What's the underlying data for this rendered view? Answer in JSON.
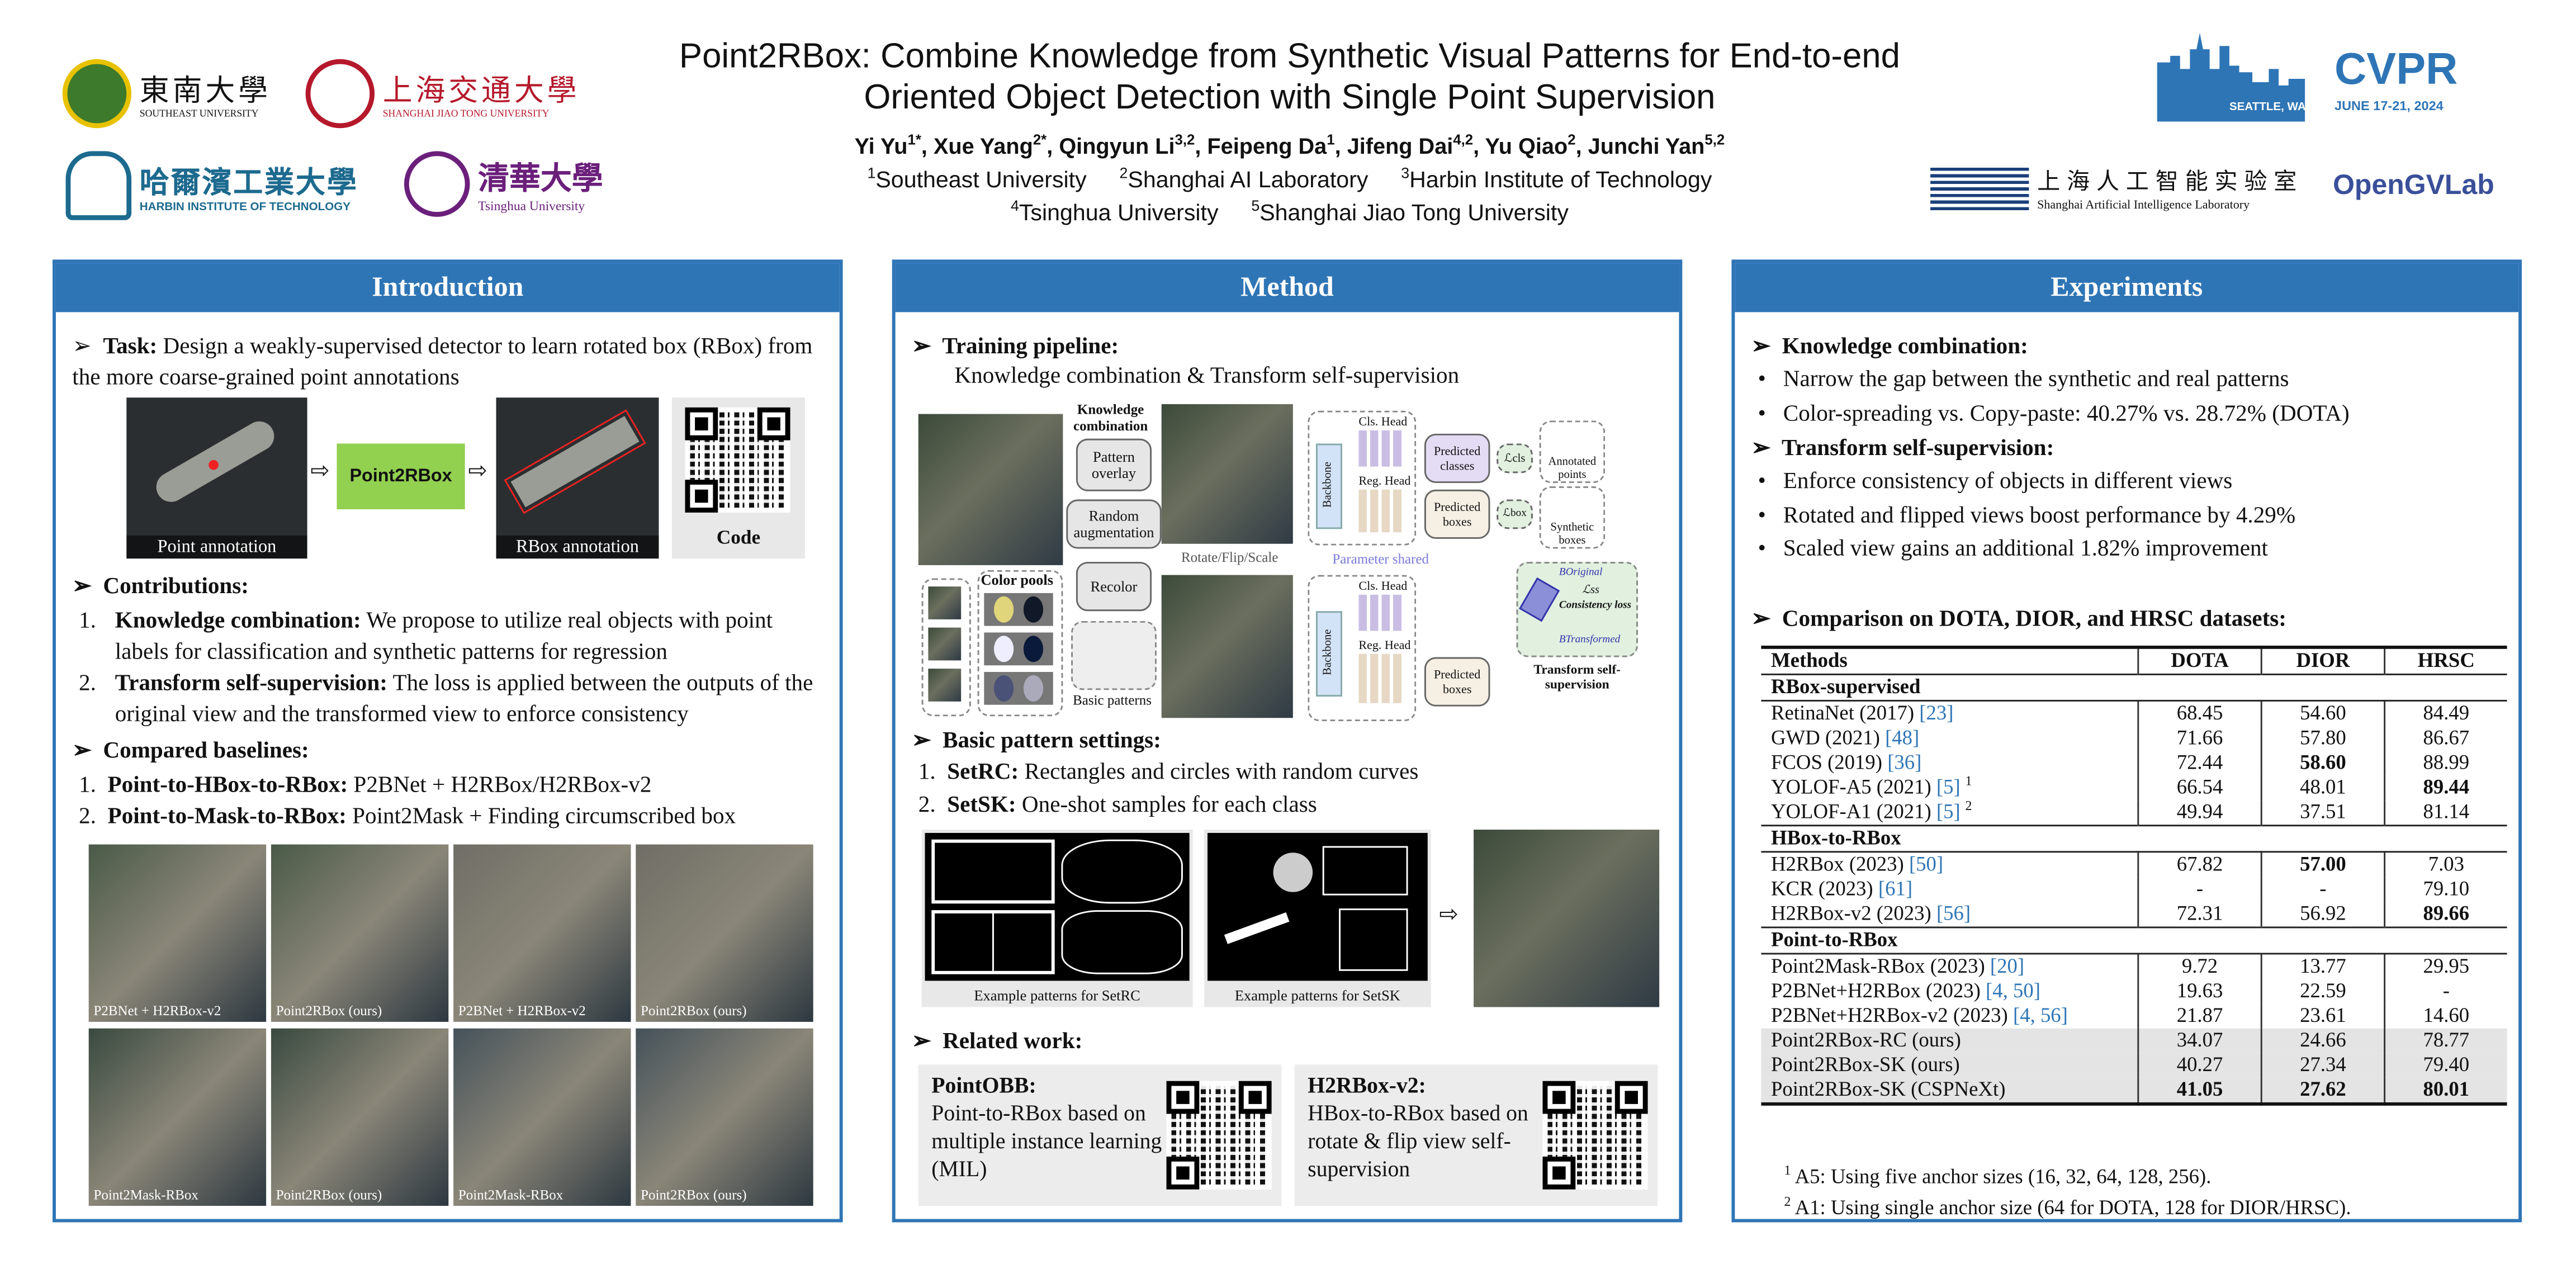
{
  "header": {
    "title_line1": "Point2RBox: Combine Knowledge from Synthetic Visual Patterns for End-to-end",
    "title_line2": "Oriented Object Detection with Single Point Supervision",
    "authors": [
      {
        "name": "Yi Yu",
        "sup": "1*"
      },
      {
        "name": "Xue Yang",
        "sup": "2*"
      },
      {
        "name": "Qingyun Li",
        "sup": "3,2"
      },
      {
        "name": "Feipeng Da",
        "sup": "1"
      },
      {
        "name": "Jifeng Dai",
        "sup": "4,2"
      },
      {
        "name": "Yu Qiao",
        "sup": "2"
      },
      {
        "name": "Junchi Yan",
        "sup": "5,2"
      }
    ],
    "affiliations": [
      {
        "sup": "1",
        "name": "Southeast University"
      },
      {
        "sup": "2",
        "name": "Shanghai AI Laboratory"
      },
      {
        "sup": "3",
        "name": "Harbin Institute of Technology"
      },
      {
        "sup": "4",
        "name": "Tsinghua University"
      },
      {
        "sup": "5",
        "name": "Shanghai Jiao Tong University"
      }
    ],
    "logos": {
      "seu": {
        "cn": "東南大學",
        "en": "SOUTHEAST UNIVERSITY"
      },
      "sjtu": {
        "cn": "上海交通大學",
        "en": "SHANGHAI JIAO TONG UNIVERSITY"
      },
      "hit": {
        "cn": "哈爾濱工業大學",
        "en": "HARBIN INSTITUTE OF TECHNOLOGY"
      },
      "thu": {
        "cn": "清華大學",
        "en": "Tsinghua University"
      },
      "cvpr": {
        "name": "CVPR",
        "place": "SEATTLE, WA",
        "date": "JUNE 17-21, 2024"
      },
      "shlab": {
        "cn": "上海人工智能实验室",
        "en": "Shanghai Artificial Intelligence Laboratory"
      },
      "opengv": {
        "name": "OpenGVLab"
      }
    }
  },
  "colors": {
    "accent": "#2e75b6",
    "green_box": "#92d050"
  },
  "intro": {
    "heading": "Introduction",
    "task_label": "Task:",
    "task_text": " Design a weakly-supervised detector to learn rotated box (RBox) from the more coarse-grained point annotations",
    "fig": {
      "left_caption": "Point annotation",
      "center": "Point2RBox",
      "right_caption": "RBox annotation",
      "code": "Code"
    },
    "contrib_heading": "Contributions:",
    "contribs": [
      {
        "num": "1.",
        "label": "Knowledge combination:",
        "text": " We propose to utilize real objects with point labels for classification and synthetic patterns for regression"
      },
      {
        "num": "2.",
        "label": "Transform self-supervision:",
        "text": " The loss is applied between the outputs of the original view and the transformed view to enforce consistency"
      }
    ],
    "baselines_heading": "Compared baselines:",
    "baselines": [
      {
        "num": "1.",
        "label": "Point-to-HBox-to-RBox:",
        "text": " P2BNet + H2RBox/H2RBox-v2"
      },
      {
        "num": "2.",
        "label": "Point-to-Mask-to-RBox:",
        "text": " Point2Mask + Finding circumscribed box"
      }
    ],
    "grid_captions": [
      "P2BNet + H2RBox-v2",
      "Point2RBox (ours)",
      "P2BNet + H2RBox-v2",
      "Point2RBox (ours)",
      "Point2Mask-RBox",
      "Point2RBox (ours)",
      "Point2Mask-RBox",
      "Point2RBox (ours)"
    ]
  },
  "method": {
    "heading": "Method",
    "training_label": "Training pipeline:",
    "training_sub": "Knowledge combination & Transform self-supervision",
    "diagram": {
      "knowledge": "Knowledge combination",
      "pattern_overlay": "Pattern overlay",
      "random_aug": "Random augmentation",
      "recolor": "Recolor",
      "color_pools": "Color pools",
      "basic_patterns": "Basic patterns",
      "rotate": "Rotate/Flip/Scale",
      "param_shared": "Parameter shared",
      "backbone": "Backbone",
      "cls_head": "Cls. Head",
      "reg_head": "Reg. Head",
      "pred_classes": "Predicted classes",
      "pred_boxes": "Predicted boxes",
      "l_cls": "ℒcls",
      "l_box": "ℒbox",
      "l_ss": "ℒss",
      "annotated": "Annotated points",
      "synthetic": "Synthetic boxes",
      "b_orig": "BOriginal",
      "b_trans": "BTransformed",
      "consistency": "Consistency loss",
      "transform_ss": "Transform self-supervision"
    },
    "basic_label": "Basic pattern settings:",
    "basic": [
      {
        "num": "1.",
        "label": "SetRC:",
        "text": " Rectangles and circles with random curves"
      },
      {
        "num": "2.",
        "label": "SetSK:",
        "text": " One-shot samples for each class"
      }
    ],
    "setrc_caption": "Example patterns for SetRC",
    "setsk_caption": "Example patterns for SetSK",
    "related_label": "Related work:",
    "related": [
      {
        "title": "PointOBB:",
        "text": "Point-to-RBox based on multiple instance learning (MIL)"
      },
      {
        "title": "H2RBox-v2:",
        "text": "HBox-to-RBox based on rotate & flip view self-supervision"
      }
    ]
  },
  "experiments": {
    "heading": "Experiments",
    "kc_label": "Knowledge combination:",
    "kc_bullets": [
      "Narrow the gap between the synthetic and real patterns",
      "Color-spreading vs. Copy-paste: 40.27% vs. 28.72% (DOTA)"
    ],
    "ts_label": "Transform self-supervision:",
    "ts_bullets": [
      "Enforce consistency of objects in different views",
      "Rotated and flipped views boost performance by 4.29%",
      "Scaled view gains an additional 1.82% improvement"
    ],
    "cmp_label": "Comparison on DOTA, DIOR, and HRSC datasets:",
    "table": {
      "headers": [
        "Methods",
        "DOTA",
        "DIOR",
        "HRSC"
      ],
      "sections": [
        {
          "name": "RBox-supervised",
          "rows": [
            {
              "method": "RetinaNet (2017) ",
              "ref": "[23]",
              "sup": "",
              "vals": [
                "68.45",
                "54.60",
                "84.49"
              ],
              "bold": []
            },
            {
              "method": "GWD (2021) ",
              "ref": "[48]",
              "sup": "",
              "vals": [
                "71.66",
                "57.80",
                "86.67"
              ],
              "bold": []
            },
            {
              "method": "FCOS (2019) ",
              "ref": "[36]",
              "sup": "",
              "vals": [
                "72.44",
                "58.60",
                "88.99"
              ],
              "bold": [
                1
              ]
            },
            {
              "method": "YOLOF-A5 (2021) ",
              "ref": "[5]",
              "sup": "1",
              "vals": [
                "66.54",
                "48.01",
                "89.44"
              ],
              "bold": [
                2
              ]
            },
            {
              "method": "YOLOF-A1 (2021) ",
              "ref": "[5]",
              "sup": "2",
              "vals": [
                "49.94",
                "37.51",
                "81.14"
              ],
              "bold": []
            }
          ]
        },
        {
          "name": "HBox-to-RBox",
          "rows": [
            {
              "method": "H2RBox (2023) ",
              "ref": "[50]",
              "sup": "",
              "vals": [
                "67.82",
                "57.00",
                "7.03"
              ],
              "bold": [
                1
              ]
            },
            {
              "method": "KCR (2023) ",
              "ref": "[61]",
              "sup": "",
              "vals": [
                "-",
                "-",
                "79.10"
              ],
              "bold": []
            },
            {
              "method": "H2RBox-v2 (2023) ",
              "ref": "[56]",
              "sup": "",
              "vals": [
                "72.31",
                "56.92",
                "89.66"
              ],
              "bold": [
                2
              ]
            }
          ]
        },
        {
          "name": "Point-to-RBox",
          "rows": [
            {
              "method": "Point2Mask-RBox (2023) ",
              "ref": "[20]",
              "sup": "",
              "vals": [
                "9.72",
                "13.77",
                "29.95"
              ],
              "bold": []
            },
            {
              "method": "P2BNet+H2RBox (2023) ",
              "ref": "[4, 50]",
              "sup": "",
              "vals": [
                "19.63",
                "22.59",
                "-"
              ],
              "bold": []
            },
            {
              "method": "P2BNet+H2RBox-v2 (2023) ",
              "ref": "[4, 56]",
              "sup": "",
              "vals": [
                "21.87",
                "23.61",
                "14.60"
              ],
              "bold": []
            },
            {
              "method": "Point2RBox-RC (ours)",
              "ref": "",
              "sup": "",
              "vals": [
                "34.07",
                "24.66",
                "78.77"
              ],
              "bold": [],
              "ours": true
            },
            {
              "method": "Point2RBox-SK (ours)",
              "ref": "",
              "sup": "",
              "vals": [
                "40.27",
                "27.34",
                "79.40"
              ],
              "bold": [],
              "ours": true
            },
            {
              "method": "Point2RBox-SK (CSPNeXt)",
              "ref": "",
              "sup": "",
              "vals": [
                "41.05",
                "27.62",
                "80.01"
              ],
              "bold": [
                0,
                1,
                2
              ],
              "ours": true
            }
          ]
        }
      ]
    },
    "footnotes": [
      {
        "sup": "1",
        "text": " A5: Using five anchor sizes (16, 32, 64, 128, 256)."
      },
      {
        "sup": "2",
        "text": " A1: Using single anchor size (64 for DOTA, 128 for DIOR/HRSC)."
      }
    ]
  }
}
